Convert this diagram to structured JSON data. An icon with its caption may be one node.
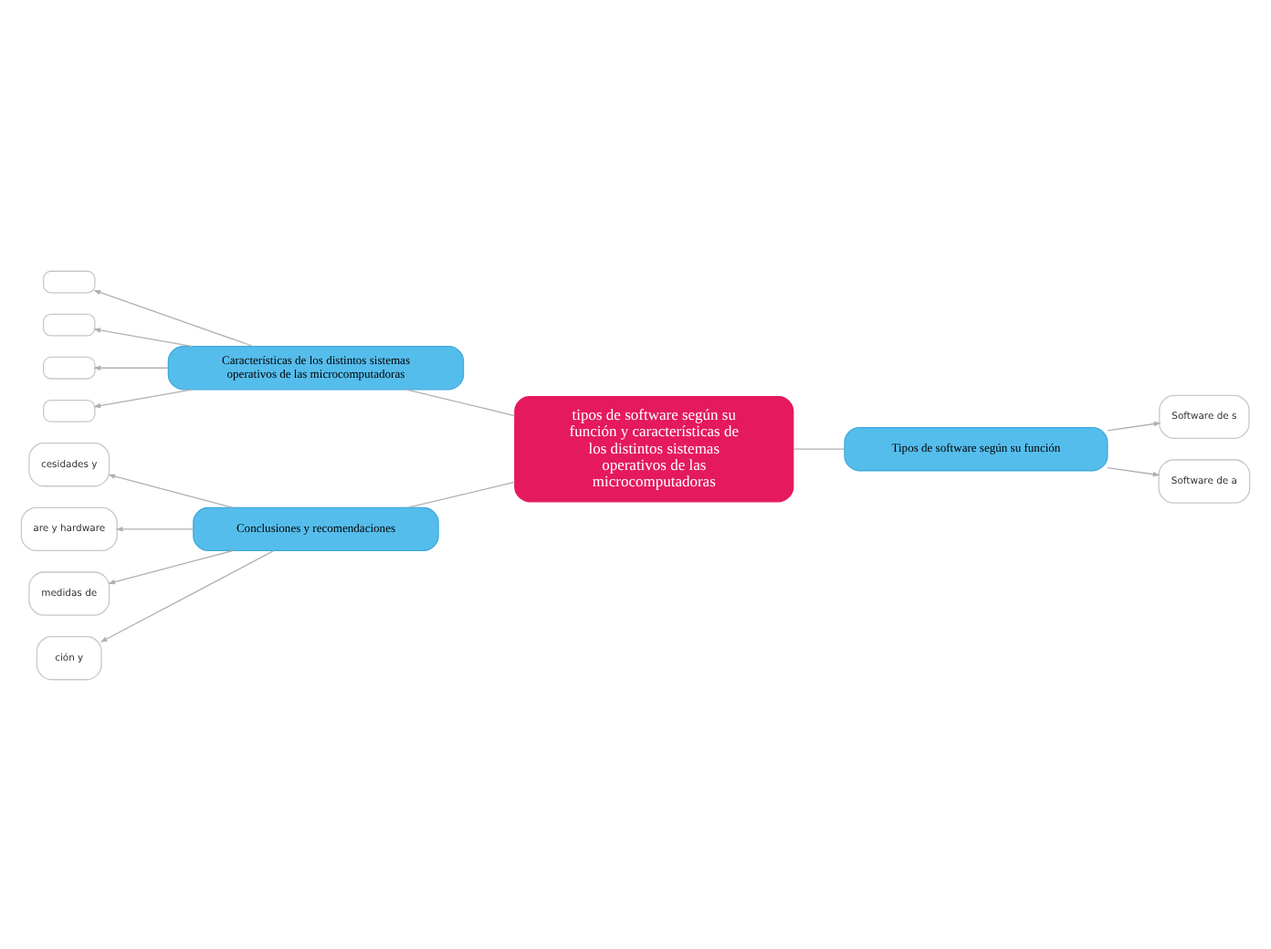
{
  "diagram": {
    "nodes": [
      {
        "text": [
          "tipos de software según su función y características de los distintos sistemas operativos de las microcomputadoras"
        ]
      },
      {
        "text": [
          "Características de los distintos sistemas operativos de las microcomputadoras"
        ]
      },
      {
        "text": [
          "Conclusiones y recomendaciones"
        ]
      },
      {
        "text": [
          "Tipos de software según su función"
        ]
      },
      {
        "text": [],
        "shape": "box"
      },
      {
        "text": [],
        "shape": "box"
      },
      {
        "text": [],
        "shape": "box"
      },
      {
        "text": [],
        "shape": "box"
      },
      {
        "text": [
          "cesidades y"
        ]
      },
      {
        "text": [
          "are y hardware"
        ]
      },
      {
        "text": [
          "medidas de"
        ]
      },
      {
        "text": [
          "ción y"
        ]
      },
      {
        "text": [
          "Software de s"
        ]
      },
      {
        "text": [
          "Software de a"
        ]
      }
    ],
    "edges": [
      {
        "from": 0,
        "to": 1,
        "arrow": "none"
      },
      {
        "from": 0,
        "to": 2,
        "arrow": "none"
      },
      {
        "from": 0,
        "to": 3,
        "arrow": "none"
      },
      {
        "from": 1,
        "to": 4,
        "arrow": "to"
      },
      {
        "from": 1,
        "to": 5,
        "arrow": "to"
      },
      {
        "from": 1,
        "to": 6,
        "arrow": "to"
      },
      {
        "from": 1,
        "to": 7,
        "arrow": "to"
      },
      {
        "from": 2,
        "to": 8,
        "arrow": "to"
      },
      {
        "from": 2,
        "to": 9,
        "arrow": "to"
      },
      {
        "from": 2,
        "to": 10,
        "arrow": "to"
      },
      {
        "from": 2,
        "to": 11,
        "arrow": "to"
      },
      {
        "from": 3,
        "to": 12,
        "arrow": "to"
      },
      {
        "from": 3,
        "to": 13,
        "arrow": "to"
      }
    ]
  }
}
